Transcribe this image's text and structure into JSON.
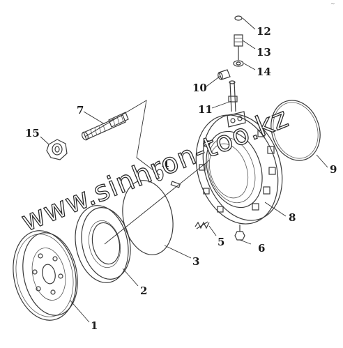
{
  "diagram": {
    "parts": [
      {
        "id": "part-1",
        "label": "1"
      },
      {
        "id": "part-2",
        "label": "2"
      },
      {
        "id": "part-3",
        "label": "3"
      },
      {
        "id": "part-4",
        "label": "4"
      },
      {
        "id": "part-5",
        "label": "5"
      },
      {
        "id": "part-6",
        "label": "6"
      },
      {
        "id": "part-7",
        "label": "7"
      },
      {
        "id": "part-8",
        "label": "8"
      },
      {
        "id": "part-9",
        "label": "9"
      },
      {
        "id": "part-10",
        "label": "10"
      },
      {
        "id": "part-11",
        "label": "11"
      },
      {
        "id": "part-12",
        "label": "12"
      },
      {
        "id": "part-13",
        "label": "13"
      },
      {
        "id": "part-14",
        "label": "14"
      },
      {
        "id": "part-15",
        "label": "15"
      }
    ],
    "watermark": "www.sinhron-too.kz",
    "corner_mark": "~"
  }
}
